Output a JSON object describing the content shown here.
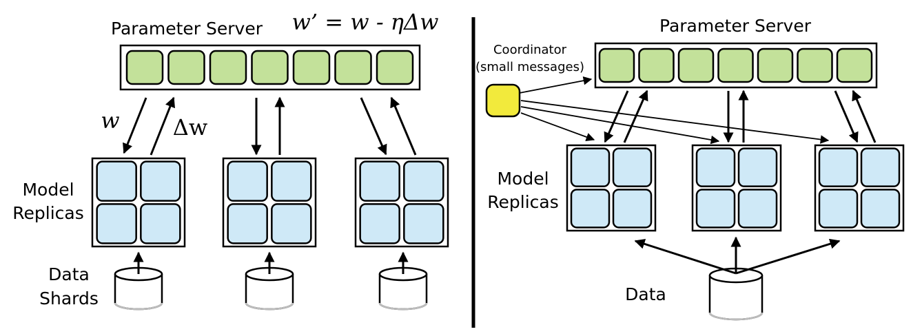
{
  "left": {
    "title": "Parameter Server",
    "formula": "w’ = w - ηΔw",
    "label_w": "w",
    "label_dw": "Δw",
    "model_replicas": [
      "Model",
      "Replicas"
    ],
    "data_shards": [
      "Data",
      "Shards"
    ]
  },
  "right": {
    "title": "Parameter Server",
    "coordinator": [
      "Coordinator",
      "(small messages)"
    ],
    "model_replicas": [
      "Model",
      "Replicas"
    ],
    "data": "Data"
  },
  "colors": {
    "param_cell": "#c3e19a",
    "replica_cell": "#cfe9f7",
    "coordinator": "#f2ea3c",
    "stroke": "#000000"
  }
}
